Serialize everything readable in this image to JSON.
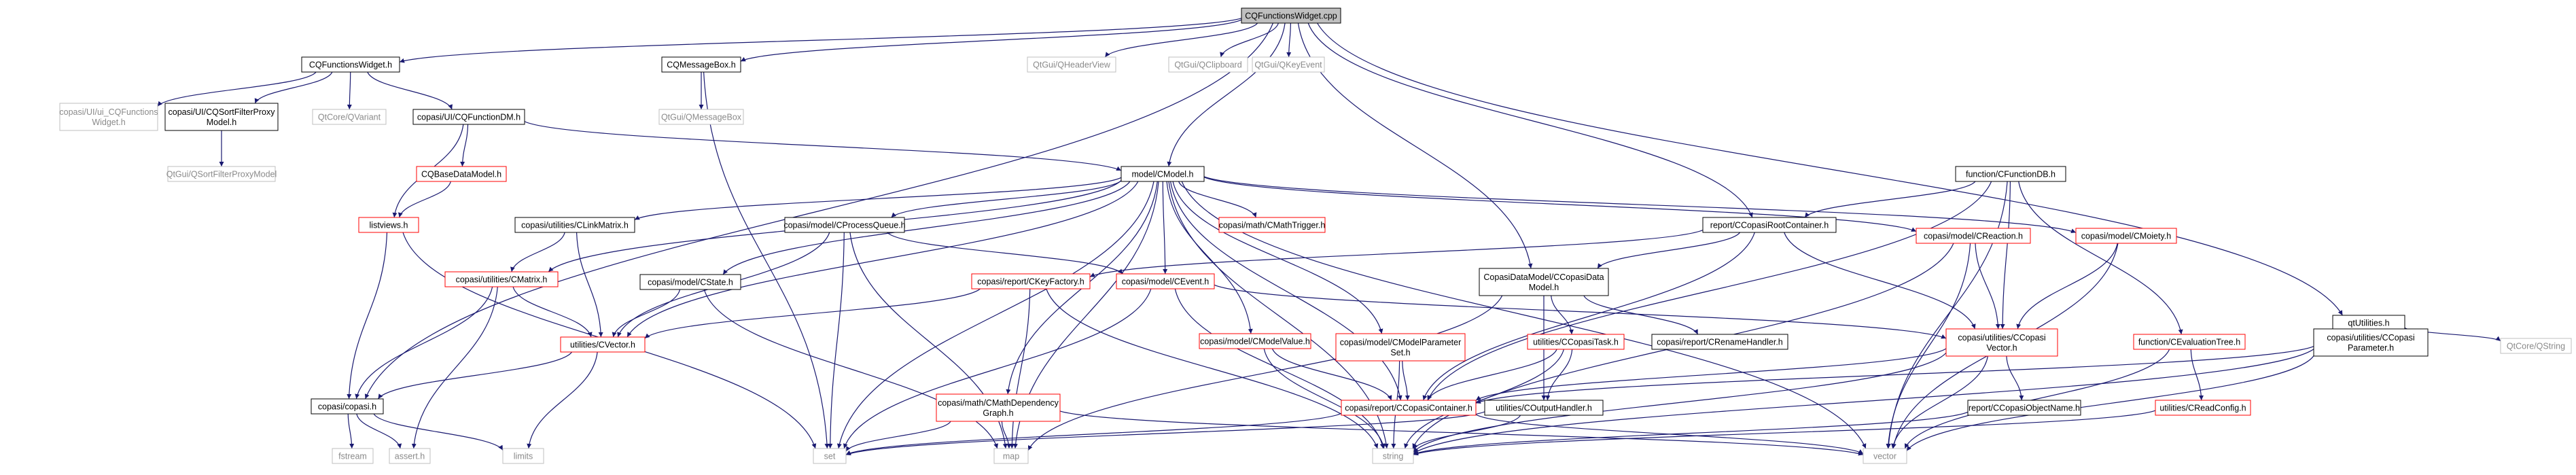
{
  "colors": {
    "edge": "#191970",
    "node_border_black": "#000000",
    "node_border_red": "#ff0000",
    "node_border_gray": "#bfbfbf",
    "root_fill": "#bfbfbf",
    "text_gray": "#8a8a8a",
    "background": "#ffffff"
  },
  "nodes": [
    {
      "id": "root",
      "label": [
        "CQFunctionsWidget.cpp"
      ],
      "style": "root"
    },
    {
      "id": "cqfw_h",
      "label": [
        "CQFunctionsWidget.h"
      ],
      "style": "black"
    },
    {
      "id": "cqmsg_h",
      "label": [
        "CQMessageBox.h"
      ],
      "style": "black"
    },
    {
      "id": "qheaderview",
      "label": [
        "QtGui/QHeaderView"
      ],
      "style": "gray"
    },
    {
      "id": "qclipboard",
      "label": [
        "QtGui/QClipboard"
      ],
      "style": "gray"
    },
    {
      "id": "qkeyevent",
      "label": [
        "QtGui/QKeyEvent"
      ],
      "style": "gray"
    },
    {
      "id": "ui_cqfw",
      "label": [
        "copasi/UI/ui_CQFunctions",
        "Widget.h"
      ],
      "style": "gray"
    },
    {
      "id": "cqsort",
      "label": [
        "copasi/UI/CQSortFilterProxy",
        "Model.h"
      ],
      "style": "black"
    },
    {
      "id": "qvariant",
      "label": [
        "QtCore/QVariant"
      ],
      "style": "gray"
    },
    {
      "id": "cqfdm",
      "label": [
        "copasi/UI/CQFunctionDM.h"
      ],
      "style": "black"
    },
    {
      "id": "qmsgbox",
      "label": [
        "QtGui/QMessageBox"
      ],
      "style": "gray"
    },
    {
      "id": "qsortproxy",
      "label": [
        "QtGui/QSortFilterProxyModel"
      ],
      "style": "gray"
    },
    {
      "id": "cqbase",
      "label": [
        "CQBaseDataModel.h"
      ],
      "style": "red"
    },
    {
      "id": "listviews",
      "label": [
        "listviews.h"
      ],
      "style": "red"
    },
    {
      "id": "cmodel",
      "label": [
        "model/CModel.h"
      ],
      "style": "black"
    },
    {
      "id": "cfuncdb",
      "label": [
        "function/CFunctionDB.h"
      ],
      "style": "black"
    },
    {
      "id": "clinkmatrix",
      "label": [
        "copasi/utilities/CLinkMatrix.h"
      ],
      "style": "black"
    },
    {
      "id": "cprocq",
      "label": [
        "copasi/model/CProcessQueue.h"
      ],
      "style": "black"
    },
    {
      "id": "cmathtrig",
      "label": [
        "copasi/math/CMathTrigger.h"
      ],
      "style": "red"
    },
    {
      "id": "crootcont",
      "label": [
        "report/CCopasiRootContainer.h"
      ],
      "style": "black"
    },
    {
      "id": "creaction",
      "label": [
        "copasi/model/CReaction.h"
      ],
      "style": "red"
    },
    {
      "id": "cmoiety",
      "label": [
        "copasi/model/CMoiety.h"
      ],
      "style": "red"
    },
    {
      "id": "qtutil",
      "label": [
        "qtUtilities.h"
      ],
      "style": "black"
    },
    {
      "id": "cmatrix",
      "label": [
        "copasi/utilities/CMatrix.h"
      ],
      "style": "red"
    },
    {
      "id": "ckeyfact",
      "label": [
        "copasi/report/CKeyFactory.h"
      ],
      "style": "red"
    },
    {
      "id": "cevent",
      "label": [
        "copasi/model/CEvent.h"
      ],
      "style": "red"
    },
    {
      "id": "cstate",
      "label": [
        "copasi/model/CState.h"
      ],
      "style": "black"
    },
    {
      "id": "cdatamodel",
      "label": [
        "CopasiDataModel/CCopasiData",
        "Model.h"
      ],
      "style": "black"
    },
    {
      "id": "cvector",
      "label": [
        "utilities/CVector.h"
      ],
      "style": "red"
    },
    {
      "id": "cmodelval",
      "label": [
        "copasi/model/CModelValue.h"
      ],
      "style": "red"
    },
    {
      "id": "cmodelparam",
      "label": [
        "copasi/model/CModelParameter",
        "Set.h"
      ],
      "style": "red"
    },
    {
      "id": "ctask",
      "label": [
        "utilities/CCopasiTask.h"
      ],
      "style": "red"
    },
    {
      "id": "crenamehandler",
      "label": [
        "copasi/report/CRenameHandler.h"
      ],
      "style": "black"
    },
    {
      "id": "ccopvector",
      "label": [
        "copasi/utilities/CCopasi",
        "Vector.h"
      ],
      "style": "red"
    },
    {
      "id": "cevaltree",
      "label": [
        "function/CEvaluationTree.h"
      ],
      "style": "red"
    },
    {
      "id": "ccopparam",
      "label": [
        "copasi/utilities/CCopasi",
        "Parameter.h"
      ],
      "style": "black"
    },
    {
      "id": "qstring",
      "label": [
        "QtCore/QString"
      ],
      "style": "gray"
    },
    {
      "id": "copasi_h",
      "label": [
        "copasi/copasi.h"
      ],
      "style": "black"
    },
    {
      "id": "cmathdep",
      "label": [
        "copasi/math/CMathDependency",
        "Graph.h"
      ],
      "style": "red"
    },
    {
      "id": "coutput",
      "label": [
        "utilities/COutputHandler.h"
      ],
      "style": "black"
    },
    {
      "id": "ccontainer",
      "label": [
        "copasi/report/CCopasiContainer.h"
      ],
      "style": "red"
    },
    {
      "id": "cobjname",
      "label": [
        "report/CCopasiObjectName.h"
      ],
      "style": "black"
    },
    {
      "id": "creadconfig",
      "label": [
        "utilities/CReadConfig.h"
      ],
      "style": "red"
    },
    {
      "id": "fstream",
      "label": [
        "fstream"
      ],
      "style": "gray"
    },
    {
      "id": "assert",
      "label": [
        "assert.h"
      ],
      "style": "gray"
    },
    {
      "id": "limits",
      "label": [
        "limits"
      ],
      "style": "gray"
    },
    {
      "id": "set",
      "label": [
        "set"
      ],
      "style": "gray"
    },
    {
      "id": "map",
      "label": [
        "map"
      ],
      "style": "gray"
    },
    {
      "id": "string",
      "label": [
        "string"
      ],
      "style": "gray"
    },
    {
      "id": "vector",
      "label": [
        "vector"
      ],
      "style": "gray"
    }
  ],
  "edges": [
    [
      "root",
      "cqfw_h"
    ],
    [
      "root",
      "cqmsg_h"
    ],
    [
      "root",
      "qheaderview"
    ],
    [
      "root",
      "qclipboard"
    ],
    [
      "root",
      "qkeyevent"
    ],
    [
      "root",
      "cmodel"
    ],
    [
      "root",
      "crootcont"
    ],
    [
      "root",
      "cdatamodel"
    ],
    [
      "root",
      "qtutil"
    ],
    [
      "root",
      "copasi_h"
    ],
    [
      "cqfw_h",
      "ui_cqfw"
    ],
    [
      "cqfw_h",
      "cqsort"
    ],
    [
      "cqfw_h",
      "qvariant"
    ],
    [
      "cqfw_h",
      "cqfdm"
    ],
    [
      "cqsort",
      "qsortproxy"
    ],
    [
      "cqmsg_h",
      "qmsgbox"
    ],
    [
      "cqmsg_h",
      "set"
    ],
    [
      "cqfdm",
      "cqbase"
    ],
    [
      "cqfdm",
      "listviews"
    ],
    [
      "cqfdm",
      "cmodel"
    ],
    [
      "cqbase",
      "listviews"
    ],
    [
      "listviews",
      "copasi_h"
    ],
    [
      "listviews",
      "set"
    ],
    [
      "cmodel",
      "clinkmatrix"
    ],
    [
      "cmodel",
      "cprocq"
    ],
    [
      "cmodel",
      "cmathtrig"
    ],
    [
      "cmodel",
      "cstate"
    ],
    [
      "cmodel",
      "cevent"
    ],
    [
      "cmodel",
      "cmatrix"
    ],
    [
      "cmodel",
      "cvector"
    ],
    [
      "cmodel",
      "cmathdep"
    ],
    [
      "cmodel",
      "cmodelval"
    ],
    [
      "cmodel",
      "cmodelparam"
    ],
    [
      "cmodel",
      "creaction"
    ],
    [
      "cmodel",
      "cmoiety"
    ],
    [
      "cmodel",
      "ccontainer"
    ],
    [
      "cmodel",
      "set"
    ],
    [
      "cmodel",
      "map"
    ],
    [
      "cmodel",
      "string"
    ],
    [
      "cmodel",
      "vector"
    ],
    [
      "clinkmatrix",
      "cmatrix"
    ],
    [
      "clinkmatrix",
      "cvector"
    ],
    [
      "cprocq",
      "cevent"
    ],
    [
      "cprocq",
      "cvector"
    ],
    [
      "cprocq",
      "set"
    ],
    [
      "cprocq",
      "map"
    ],
    [
      "cstate",
      "cvector"
    ],
    [
      "cstate",
      "map"
    ],
    [
      "cevent",
      "ccopvector"
    ],
    [
      "cevent",
      "set"
    ],
    [
      "cevent",
      "string"
    ],
    [
      "cmatrix",
      "copasi_h"
    ],
    [
      "cmatrix",
      "cvector"
    ],
    [
      "cmatrix",
      "assert"
    ],
    [
      "ckeyfact",
      "cvector"
    ],
    [
      "ckeyfact",
      "map"
    ],
    [
      "ckeyfact",
      "string"
    ],
    [
      "cvector",
      "copasi_h"
    ],
    [
      "cvector",
      "limits"
    ],
    [
      "cmathdep",
      "set"
    ],
    [
      "cmathdep",
      "map"
    ],
    [
      "cmathdep",
      "vector"
    ],
    [
      "cmodelval",
      "ccontainer"
    ],
    [
      "cmodelval",
      "string"
    ],
    [
      "cmodelparam",
      "ccontainer"
    ],
    [
      "cmodelparam",
      "string"
    ],
    [
      "cfuncdb",
      "crootcont"
    ],
    [
      "cfuncdb",
      "ccopvector"
    ],
    [
      "cfuncdb",
      "cevaltree"
    ],
    [
      "cfuncdb",
      "ccontainer"
    ],
    [
      "cfuncdb",
      "vector"
    ],
    [
      "crootcont",
      "ckeyfact"
    ],
    [
      "crootcont",
      "cdatamodel"
    ],
    [
      "crootcont",
      "ccopvector"
    ],
    [
      "crootcont",
      "ccontainer"
    ],
    [
      "cdatamodel",
      "ctask"
    ],
    [
      "cdatamodel",
      "crenamehandler"
    ],
    [
      "cdatamodel",
      "coutput"
    ],
    [
      "cdatamodel",
      "map"
    ],
    [
      "ctask",
      "coutput"
    ],
    [
      "ctask",
      "ccontainer"
    ],
    [
      "ctask",
      "string"
    ],
    [
      "creaction",
      "ccopvector"
    ],
    [
      "creaction",
      "string"
    ],
    [
      "creaction",
      "vector"
    ],
    [
      "cmoiety",
      "ccopvector"
    ],
    [
      "cmoiety",
      "vector"
    ],
    [
      "ccopvector",
      "cobjname"
    ],
    [
      "ccopvector",
      "ccontainer"
    ],
    [
      "ccopvector",
      "string"
    ],
    [
      "ccopvector",
      "vector"
    ],
    [
      "cevaltree",
      "creadconfig"
    ],
    [
      "cevaltree",
      "vector"
    ],
    [
      "qtutil",
      "ccopparam"
    ],
    [
      "qtutil",
      "qstring"
    ],
    [
      "ccopparam",
      "ccontainer"
    ],
    [
      "ccopparam",
      "string"
    ],
    [
      "ccopparam",
      "vector"
    ],
    [
      "copasi_h",
      "fstream"
    ],
    [
      "copasi_h",
      "assert"
    ],
    [
      "copasi_h",
      "limits"
    ],
    [
      "coutput",
      "set"
    ],
    [
      "coutput",
      "string"
    ],
    [
      "ccontainer",
      "set"
    ],
    [
      "ccontainer",
      "vector"
    ],
    [
      "cobjname",
      "string"
    ],
    [
      "creadconfig",
      "string"
    ]
  ]
}
